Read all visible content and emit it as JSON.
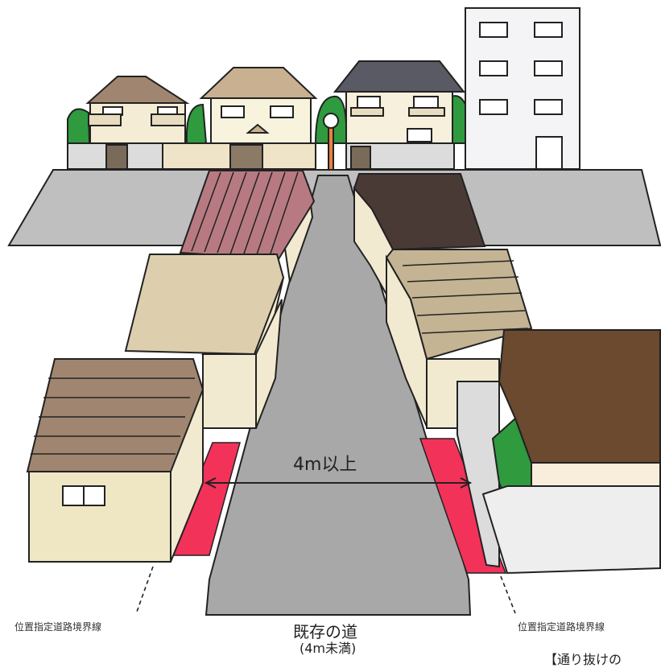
{
  "labels": {
    "width_label": "4m以上",
    "boundary_left": "位置指定道路境界線",
    "boundary_right": "位置指定道路境界線",
    "road_name": "既存の道",
    "road_note": "(4m未満)",
    "caption": "【通り抜けの"
  },
  "colors": {
    "setback_zone": "#f3325a",
    "road": "#a8a8a8",
    "cross_road": "#bfbfbf",
    "outline": "#222222",
    "hedge": "#2f9a3e"
  }
}
